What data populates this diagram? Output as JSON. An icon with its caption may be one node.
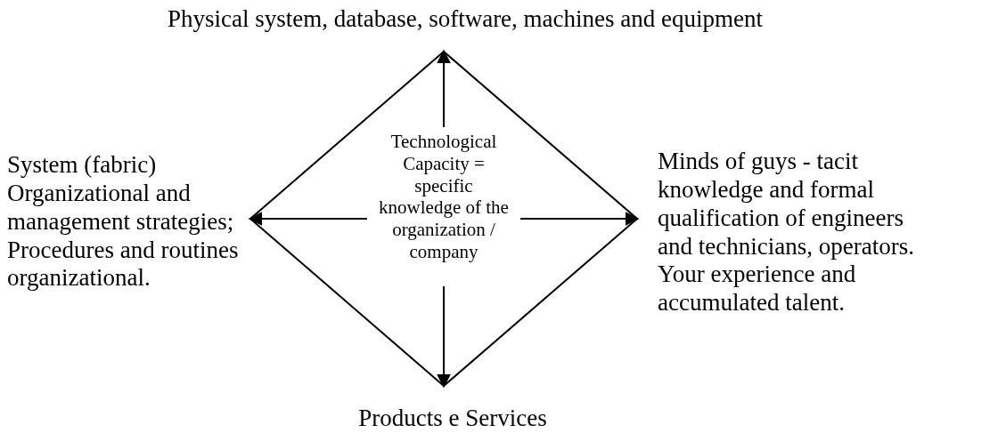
{
  "diagram": {
    "nodes": [
      {
        "text": [
          "Technological Capacity = specific knowledge of the organization / company"
        ]
      },
      {
        "text": [
          "Physical system, database, software, machines and equipment"
        ]
      },
      {
        "text": [
          "System (fabric) Organizational and management strategies; Procedures and routines organizational."
        ]
      },
      {
        "text": [
          "Minds of guys - tacit knowledge and formal qualification of engineers and technicians, operators. Your experience and accumulated talent."
        ]
      },
      {
        "text": [
          "Products e Services"
        ]
      }
    ],
    "edges": [
      {
        "from": 0,
        "to": 1,
        "arrow": "to"
      },
      {
        "from": 0,
        "to": 2,
        "arrow": "to"
      },
      {
        "from": 0,
        "to": 3,
        "arrow": "to"
      },
      {
        "from": 0,
        "to": 4,
        "arrow": "to"
      }
    ]
  }
}
